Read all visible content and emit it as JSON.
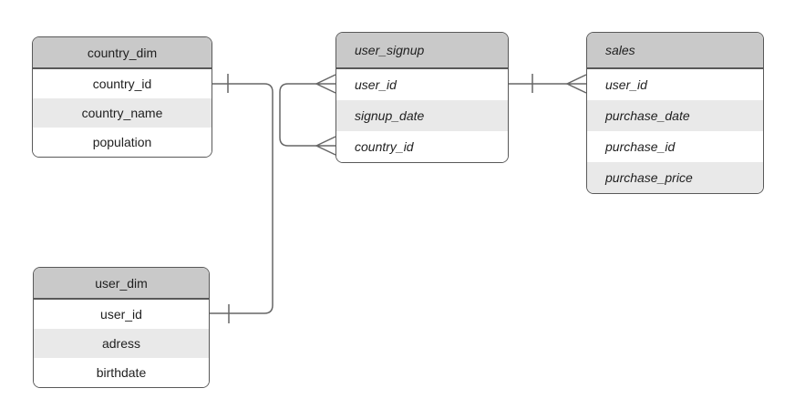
{
  "diagram": {
    "entities": [
      {
        "title": "country_dim",
        "fields": [
          "country_id",
          "country_name",
          "population"
        ]
      },
      {
        "title": "user_dim",
        "fields": [
          "user_id",
          "adress",
          "birthdate"
        ]
      },
      {
        "title": "user_signup",
        "fields": [
          "user_id",
          "signup_date",
          "country_id"
        ]
      },
      {
        "title": "sales",
        "fields": [
          "user_id",
          "purchase_date",
          "purchase_id",
          "purchase_price"
        ]
      }
    ],
    "relationships": [
      {
        "from": "country_dim.country_id",
        "to": "user_signup.country_id",
        "from_cardinality": "one",
        "to_cardinality": "many"
      },
      {
        "from": "user_dim.user_id",
        "to": "user_signup.user_id",
        "from_cardinality": "one",
        "to_cardinality": "many"
      },
      {
        "from": "user_signup.user_id",
        "to": "sales.user_id",
        "from_cardinality": "one",
        "to_cardinality": "many"
      }
    ],
    "colors": {
      "canvas_bg": "#ffffff",
      "header_bg": "#c9c9c9",
      "row_bg": "#ffffff",
      "row_alt_bg": "#e9e9e9",
      "border": "#595959",
      "connector": "#666666",
      "text": "#1f1f1f"
    }
  }
}
